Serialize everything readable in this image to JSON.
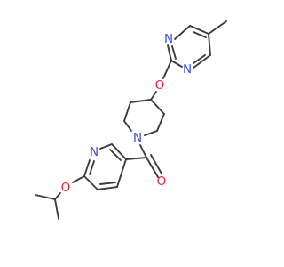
{
  "molecule": {
    "atom_labels": {
      "n_pyrimidine_top": "N",
      "n_pyrimidine_bottom": "N",
      "o_ether_pyrimidine": "O",
      "n_piperidine": "N",
      "o_carbonyl": "O",
      "n_pyridine": "N",
      "o_ether_isopropyl": "O"
    }
  },
  "colors": {
    "bond": "#3c3c3c",
    "nitrogen": "#3a4cdb",
    "oxygen": "#e8242b",
    "background": "#ffffff"
  }
}
